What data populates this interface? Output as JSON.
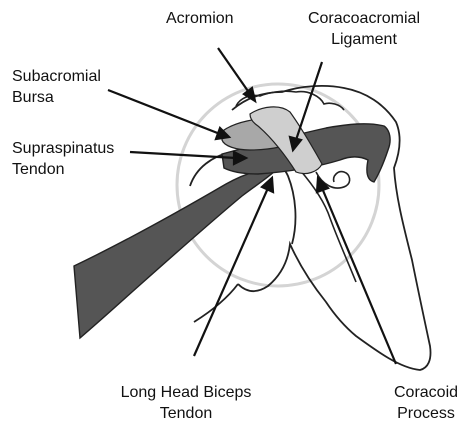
{
  "labels": {
    "acromion": "Acromion",
    "coracoacromial_ligament_1": "Coracoacromial",
    "coracoacromial_ligament_2": "Ligament",
    "subacromial_bursa_1": "Subacromial",
    "subacromial_bursa_2": "Bursa",
    "supraspinatus_tendon_1": "Supraspinatus",
    "supraspinatus_tendon_2": "Tendon",
    "long_head_biceps_1": "Long Head Biceps",
    "long_head_biceps_2": "Tendon",
    "coracoid_process_1": "Coracoid",
    "coracoid_process_2": "Process"
  },
  "colors": {
    "outline": "#222222",
    "tendon_dark": "#555555",
    "bursa_gray": "#a8a8a8",
    "ligament_light": "#cfcfcf",
    "joint_circle": "#d4d4d4"
  }
}
